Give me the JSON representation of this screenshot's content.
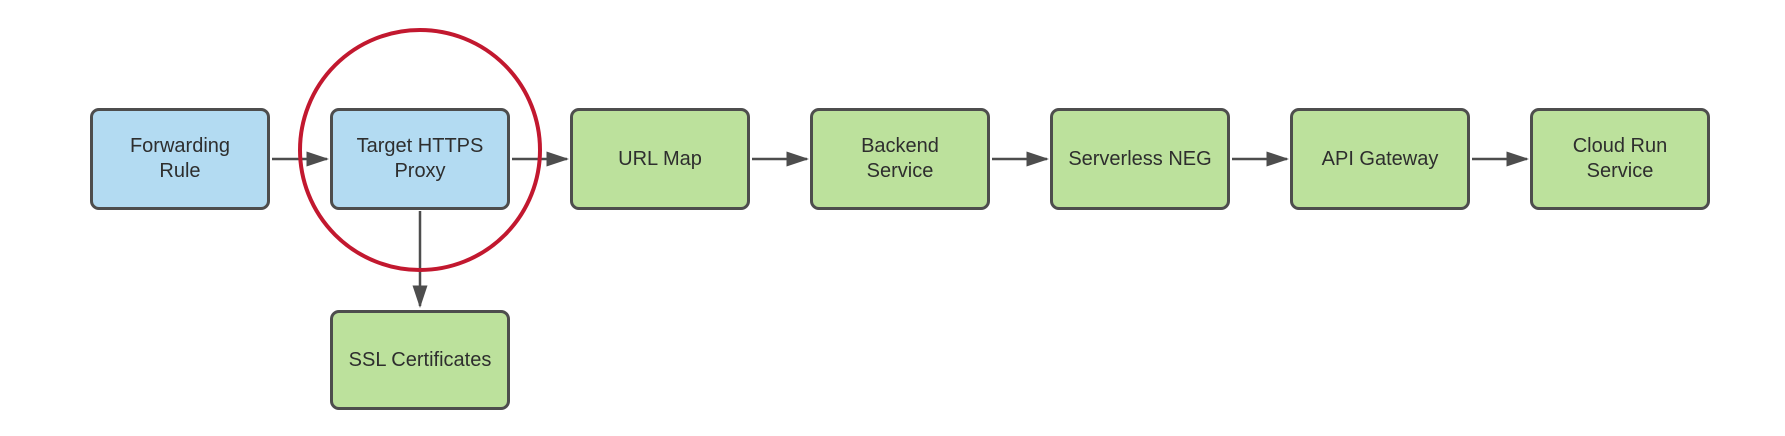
{
  "diagram": {
    "type": "flowchart",
    "nodes": [
      {
        "id": 0,
        "label": "Forwarding Rule",
        "fill": "blue"
      },
      {
        "id": 1,
        "label": "Target HTTPS Proxy",
        "fill": "blue"
      },
      {
        "id": 2,
        "label": "URL Map",
        "fill": "green"
      },
      {
        "id": 3,
        "label": "Backend Service",
        "fill": "green"
      },
      {
        "id": 4,
        "label": "Serverless NEG",
        "fill": "green"
      },
      {
        "id": 5,
        "label": "API Gateway",
        "fill": "green"
      },
      {
        "id": 6,
        "label": "Cloud Run Service",
        "fill": "green"
      },
      {
        "id": 7,
        "label": "SSL Certificates",
        "fill": "green"
      }
    ],
    "edges": [
      {
        "from": "Forwarding Rule",
        "to": "Target HTTPS Proxy",
        "direction": "right"
      },
      {
        "from": "Target HTTPS Proxy",
        "to": "URL Map",
        "direction": "right"
      },
      {
        "from": "URL Map",
        "to": "Backend Service",
        "direction": "right"
      },
      {
        "from": "Backend Service",
        "to": "Serverless NEG",
        "direction": "right"
      },
      {
        "from": "Serverless NEG",
        "to": "API Gateway",
        "direction": "right"
      },
      {
        "from": "API Gateway",
        "to": "Cloud Run Service",
        "direction": "right"
      },
      {
        "from": "Target HTTPS Proxy",
        "to": "SSL Certificates",
        "direction": "down"
      }
    ],
    "annotations": {
      "highlight_circle": {
        "around": "Target HTTPS Proxy",
        "color": "#c2182f"
      }
    },
    "colors": {
      "blue_fill": "#b3dbf2",
      "green_fill": "#bce19c",
      "border": "#4d4d4d",
      "arrow": "#4d4d4d",
      "text": "#2e2e2e",
      "highlight": "#c2182f",
      "background": "#ffffff"
    }
  }
}
